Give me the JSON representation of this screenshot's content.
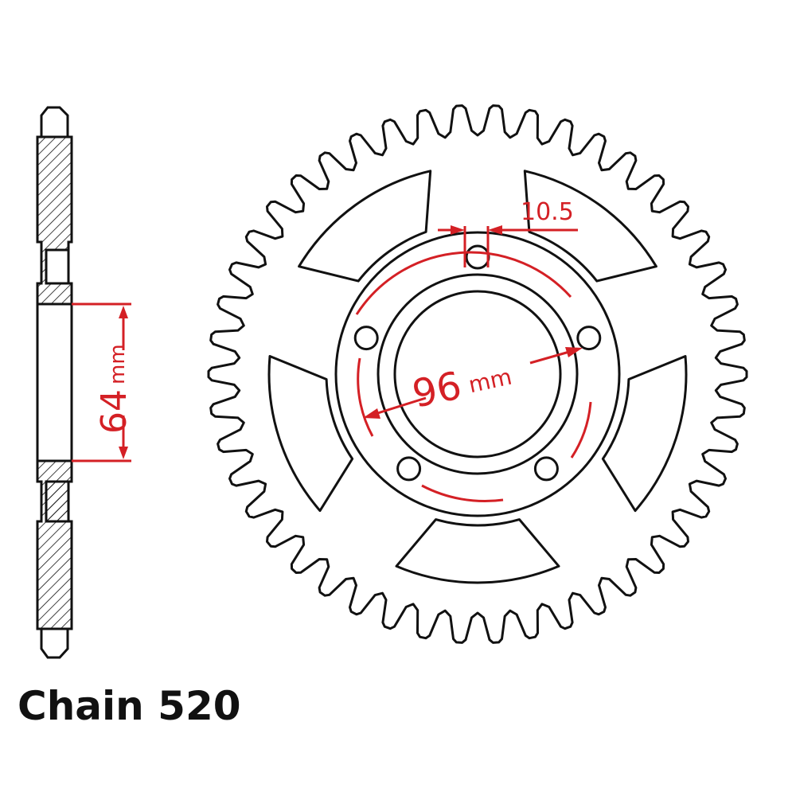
{
  "drawing": {
    "caption": "Chain 520",
    "dimensions": {
      "bore": {
        "value": "64",
        "unit": "mm"
      },
      "bolt_circle": {
        "value": "96",
        "unit": "mm"
      },
      "bolt_hole": {
        "value": "10.5"
      }
    },
    "sprocket": {
      "teeth": 46,
      "bolt_holes": 5,
      "spokes": 5
    },
    "colors": {
      "outline": "#111111",
      "dimension": "#d42025",
      "background": "#ffffff"
    }
  }
}
